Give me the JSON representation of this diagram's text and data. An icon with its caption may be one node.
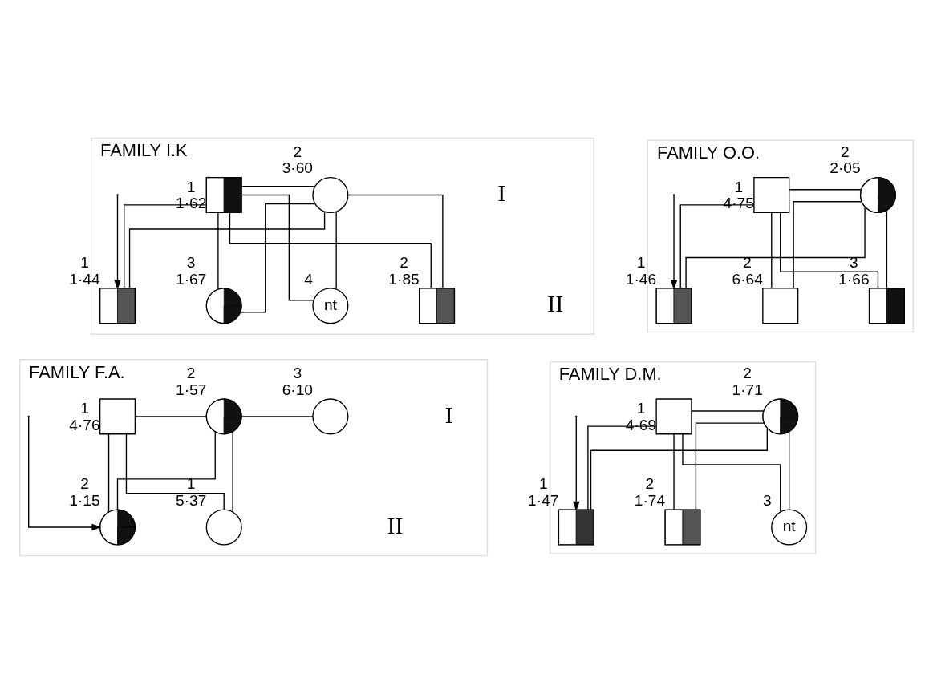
{
  "diagram": {
    "nodes": [
      {
        "text": [
          "FAMILY I.K"
        ]
      },
      {
        "text": [],
        "shape": "box",
        "beside": [
          "1",
          "1·62"
        ],
        "in": 0
      },
      {
        "text": [],
        "shape": "circle",
        "beside": [
          "2",
          "3·60"
        ],
        "in": 0
      },
      {
        "text": [],
        "shape": "box",
        "beside": [
          "1",
          "1·44"
        ],
        "in": 0
      },
      {
        "text": [],
        "shape": "box",
        "beside": [
          "2",
          "1·85"
        ],
        "in": 0
      },
      {
        "text": [],
        "shape": "circle",
        "beside": [
          "3",
          "1·67"
        ],
        "in": 0
      },
      {
        "text": [
          "nt"
        ],
        "beside": [
          "4"
        ],
        "in": 0
      },
      {
        "text": [
          "FAMILY O.O."
        ]
      },
      {
        "text": [],
        "shape": "box",
        "beside": [
          "1",
          "4·75"
        ],
        "in": 7
      },
      {
        "text": [],
        "shape": "circle",
        "beside": [
          "2",
          "2·05"
        ],
        "in": 7
      },
      {
        "text": [],
        "shape": "box",
        "beside": [
          "1",
          "1·46"
        ],
        "in": 7
      },
      {
        "text": [],
        "shape": "box",
        "beside": [
          "2",
          "6·64"
        ],
        "in": 7
      },
      {
        "text": [],
        "shape": "box",
        "beside": [
          "3",
          "1·66"
        ],
        "in": 7
      },
      {
        "text": [
          "FAMILY F.A."
        ]
      },
      {
        "text": [],
        "shape": "box",
        "beside": [
          "1",
          "4·76"
        ],
        "in": 13
      },
      {
        "text": [],
        "shape": "circle",
        "beside": [
          "2",
          "1·57"
        ],
        "in": 13
      },
      {
        "text": [],
        "shape": "circle",
        "beside": [
          "3",
          "6·10"
        ],
        "in": 13
      },
      {
        "text": [],
        "shape": "circle",
        "beside": [
          "1",
          "5·37"
        ],
        "in": 13
      },
      {
        "text": [],
        "shape": "circle",
        "beside": [
          "2",
          "1·15"
        ],
        "in": 13
      },
      {
        "text": [
          "FAMILY D.M."
        ]
      },
      {
        "text": [],
        "shape": "box",
        "beside": [
          "1",
          "4·69"
        ],
        "in": 19
      },
      {
        "text": [],
        "shape": "circle",
        "beside": [
          "2",
          "1·71"
        ],
        "in": 19
      },
      {
        "text": [],
        "shape": "box",
        "beside": [
          "1",
          "1·47"
        ],
        "in": 19
      },
      {
        "text": [],
        "shape": "box",
        "beside": [
          "2",
          "1·74"
        ],
        "in": 19
      },
      {
        "text": [
          "nt"
        ],
        "beside": [
          "3"
        ],
        "in": 19
      }
    ],
    "edges": [
      {
        "from": 1,
        "to": 2,
        "arrow": "none"
      },
      {
        "from": 1,
        "to": 3,
        "arrow": "none"
      },
      {
        "from": 2,
        "to": 3,
        "arrow": "none"
      },
      {
        "from": 1,
        "to": 4,
        "arrow": "none"
      },
      {
        "from": 2,
        "to": 4,
        "arrow": "none"
      },
      {
        "from": 1,
        "to": 5,
        "arrow": "none"
      },
      {
        "from": 2,
        "to": 5,
        "arrow": "none"
      },
      {
        "from": 1,
        "to": 6,
        "arrow": "none"
      },
      {
        "from": 2,
        "to": 6,
        "arrow": "none"
      },
      {
        "from": null,
        "to": 3,
        "arrow": "to"
      },
      {
        "from": 8,
        "to": 9,
        "arrow": "none"
      },
      {
        "from": 8,
        "to": 10,
        "arrow": "none"
      },
      {
        "from": 9,
        "to": 10,
        "arrow": "none"
      },
      {
        "from": 8,
        "to": 11,
        "arrow": "none"
      },
      {
        "from": 9,
        "to": 11,
        "arrow": "none"
      },
      {
        "from": 8,
        "to": 12,
        "arrow": "none"
      },
      {
        "from": 9,
        "to": 12,
        "arrow": "none"
      },
      {
        "from": null,
        "to": 10,
        "arrow": "to"
      },
      {
        "from": 15,
        "to": 16,
        "arrow": "none"
      },
      {
        "from": 14,
        "to": 15,
        "arrow": "none"
      },
      {
        "from": 14,
        "to": 17,
        "arrow": "none"
      },
      {
        "from": 15,
        "to": 17,
        "arrow": "none"
      },
      {
        "from": 14,
        "to": 18,
        "arrow": "none"
      },
      {
        "from": 15,
        "to": 18,
        "arrow": "none"
      },
      {
        "from": null,
        "to": 18,
        "arrow": "to"
      },
      {
        "from": 20,
        "to": 21,
        "arrow": "none"
      },
      {
        "from": 20,
        "to": 22,
        "arrow": "none"
      },
      {
        "from": 21,
        "to": 22,
        "arrow": "none"
      },
      {
        "from": 20,
        "to": 23,
        "arrow": "none"
      },
      {
        "from": 21,
        "to": 23,
        "arrow": "none"
      },
      {
        "from": 20,
        "to": 24,
        "arrow": "none"
      },
      {
        "from": 21,
        "to": 24,
        "arrow": "none"
      },
      {
        "from": null,
        "to": 22,
        "arrow": "to"
      }
    ],
    "labels": [
      "I",
      "II",
      "I",
      "II"
    ]
  }
}
